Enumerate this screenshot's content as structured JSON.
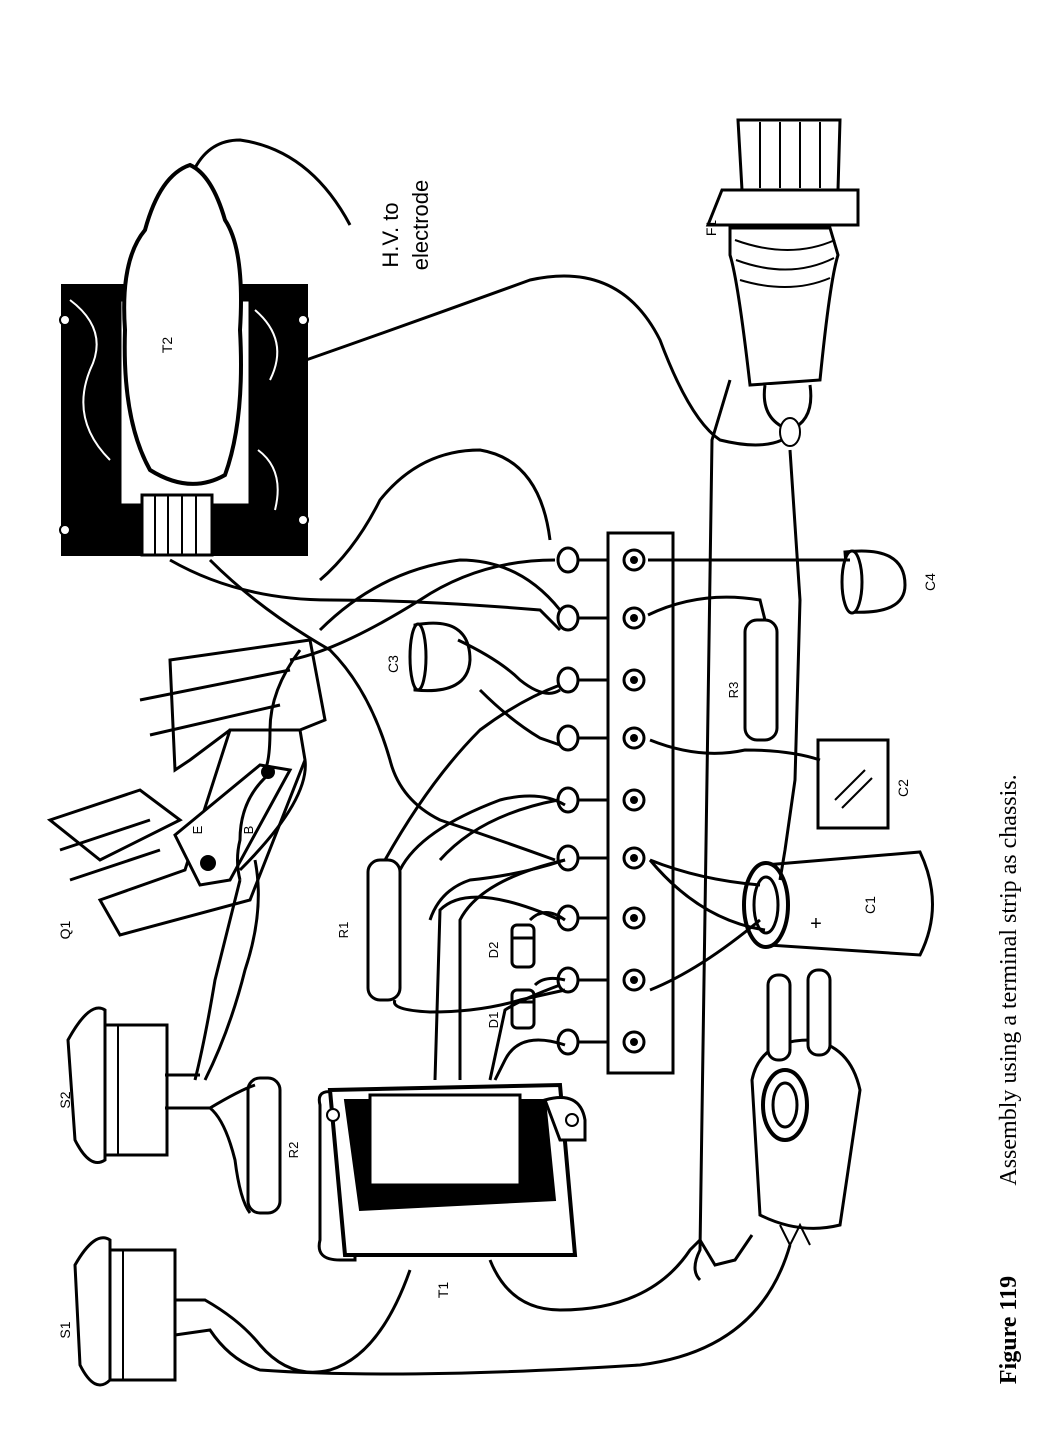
{
  "figure": {
    "number": "Figure 119",
    "caption": "Assembly using a terminal strip as chassis."
  },
  "labels": {
    "hv_line1": "H.V. to",
    "hv_line2": "electrode",
    "t2": "T2",
    "f1": "F1",
    "q1": "Q1",
    "e": "E",
    "b": "B",
    "c3": "C3",
    "c4": "C4",
    "r3": "R3",
    "c2": "C2",
    "c1": "C1",
    "c1_plus": "+",
    "r1": "R1",
    "d2": "D2",
    "d1": "D1",
    "s2": "S2",
    "r2": "R2",
    "s1": "S1",
    "t1": "T1"
  },
  "colors": {
    "ink": "#000000",
    "paper": "#ffffff"
  }
}
